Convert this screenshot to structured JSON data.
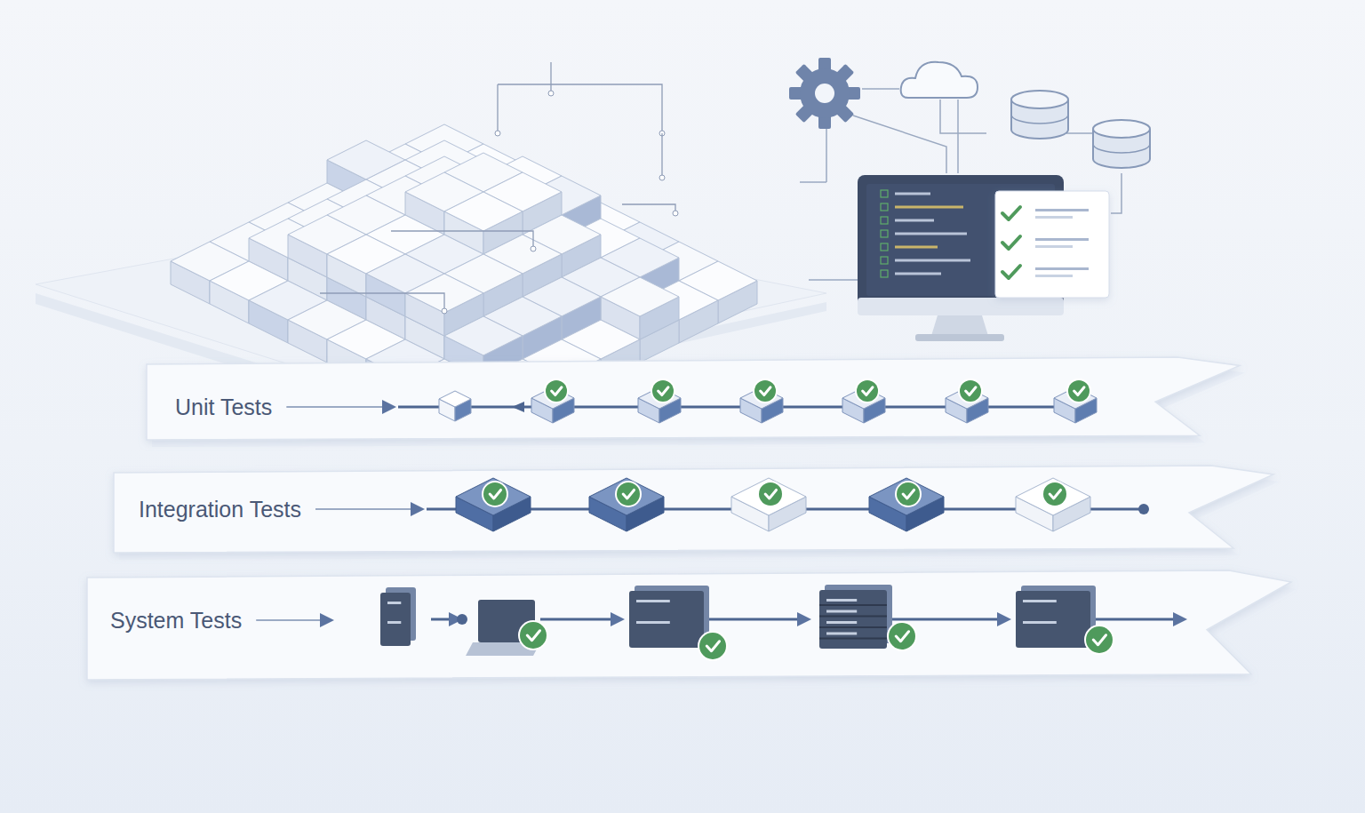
{
  "diagram": {
    "nodes": [
      {
        "text": [
          "Unit Tests"
        ]
      },
      {
        "text": [
          "Integration Tests"
        ]
      },
      {
        "text": [
          "System Tests"
        ]
      }
    ]
  }
}
